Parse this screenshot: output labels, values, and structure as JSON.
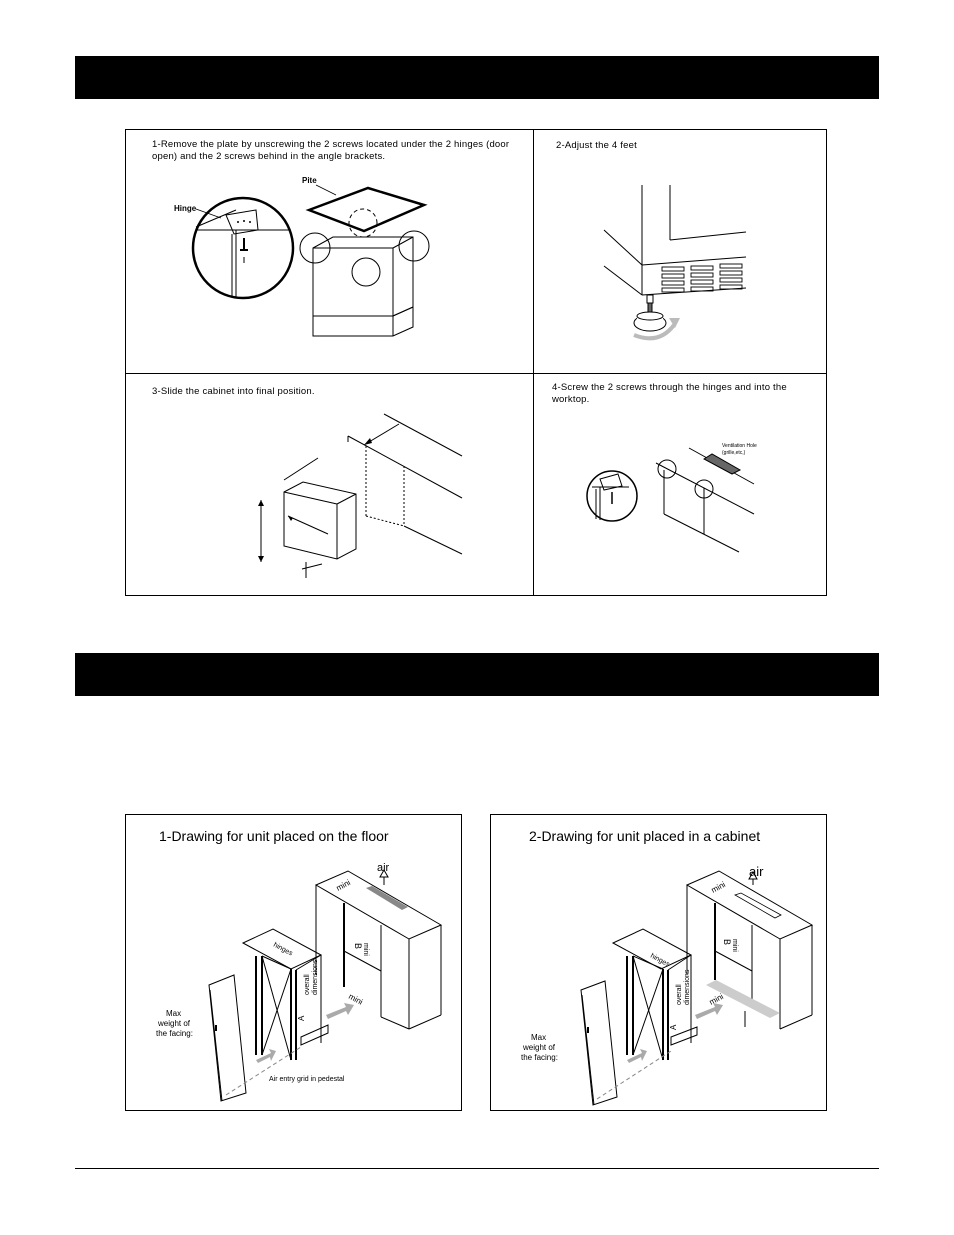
{
  "steps": {
    "step1": "1-Remove the plate by unscrewing the 2 screws located under the 2 hinges (door open) and the 2 screws behind in the angle brackets.",
    "step2": "2-Adjust the 4 feet",
    "step3": "3-Slide the cabinet into final position.",
    "step4": "4-Screw the 2 screws through the hinges and into the worktop."
  },
  "labels": {
    "hinge": "Hinge",
    "plate": "Pite",
    "ventilation": "Ventilation Hole",
    "ventilation_sub": "(grille,etc,)"
  },
  "drawings": {
    "floor_title": "1-Drawing for unit placed on the floor",
    "cabinet_title": "2-Drawing for unit placed in a cabinet",
    "air": "air",
    "mini": "mini",
    "b": "B",
    "a": "A",
    "hinges": "hinges",
    "overall": "overall",
    "dimensions": "dimensions",
    "max_weight_1": "Max",
    "max_weight_2": "weight of",
    "max_weight_3": "the facing:",
    "air_entry": "Air entry grid in pedestal"
  }
}
